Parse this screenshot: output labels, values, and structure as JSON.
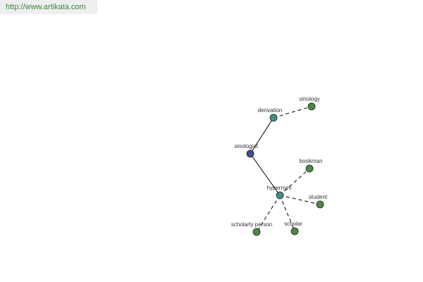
{
  "header": {
    "url": "http://www.artikata.com"
  },
  "graph": {
    "colors": {
      "root": "#3d4f8f",
      "relation": "#3f8f8a",
      "leaf": "#4a8a40"
    },
    "nodes": {
      "sinologist": "sinologist",
      "derivation": "derivation",
      "sinology": "sinology",
      "hypernym": "hypernym",
      "bookman": "bookman",
      "student": "student",
      "scholarly_person": "scholarly person",
      "scholar": "scholar"
    },
    "edges": [
      {
        "from": "sinologist",
        "to": "derivation",
        "style": "solid"
      },
      {
        "from": "sinologist",
        "to": "hypernym",
        "style": "solid"
      },
      {
        "from": "derivation",
        "to": "sinology",
        "style": "dashed"
      },
      {
        "from": "hypernym",
        "to": "bookman",
        "style": "dashed"
      },
      {
        "from": "hypernym",
        "to": "student",
        "style": "dashed"
      },
      {
        "from": "hypernym",
        "to": "scholarly_person",
        "style": "dashed"
      },
      {
        "from": "hypernym",
        "to": "scholar",
        "style": "dashed"
      }
    ]
  }
}
